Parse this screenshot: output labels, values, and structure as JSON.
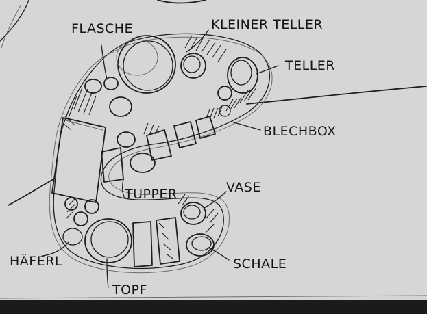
{
  "labels": {
    "flasche": "FLASCHE",
    "kleiner_teller": "KLEINER TELLER",
    "teller": "TELLER",
    "blechbox": "BLECHBOX",
    "tupper": "TUPPER",
    "vase": "VASE",
    "haeferl": "HÄFERL",
    "topf": "TOPF",
    "schale": "SCHALE"
  },
  "colors": {
    "paper": "#d6d6d6",
    "ink": "#1e1e1e",
    "background": "#1b1b1b"
  }
}
